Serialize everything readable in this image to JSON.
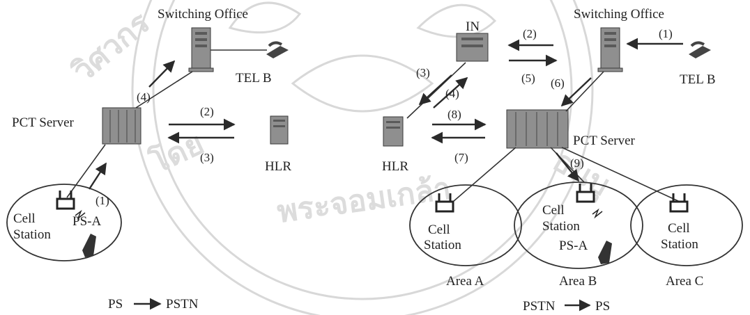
{
  "watermark": {
    "seal_text": "มหาวิทยาลัยเทคโนโลยีพระจอมเกล้าธนบุรี",
    "visible_fragments": [
      "วิศวกร",
      "โดย",
      "พระจอมเกล้า",
      "ธนบุ"
    ]
  },
  "left": {
    "switching_office": "Switching Office",
    "tel_b": "TEL B",
    "pct_server": "PCT Server",
    "hlr": "HLR",
    "cell_station": [
      "Cell",
      "Station"
    ],
    "ps_a": "PS-A",
    "steps": [
      "(1)",
      "(2)",
      "(3)",
      "(4)"
    ],
    "caption_from": "PS",
    "caption_to": "PSTN"
  },
  "right": {
    "switching_office": "Switching Office",
    "tel_b": "TEL B",
    "in": "IN",
    "hlr": "HLR",
    "pct_server": "PCT Server",
    "cell_station_a": [
      "Cell",
      "Station"
    ],
    "cell_station_b": [
      "Cell",
      "Station"
    ],
    "cell_station_c": [
      "Cell",
      "Station"
    ],
    "ps_a": "PS-A",
    "area_a": "Area A",
    "area_b": "Area B",
    "area_c": "Area C",
    "steps": [
      "(1)",
      "(2)",
      "(3)",
      "(4)",
      "(5)",
      "(6)",
      "(7)",
      "(8)",
      "(9)"
    ],
    "caption_from": "PSTN",
    "caption_to": "PS"
  },
  "colors": {
    "ink": "#222222",
    "watermark": "#d8d8d8",
    "device": "#8f8f8f"
  }
}
